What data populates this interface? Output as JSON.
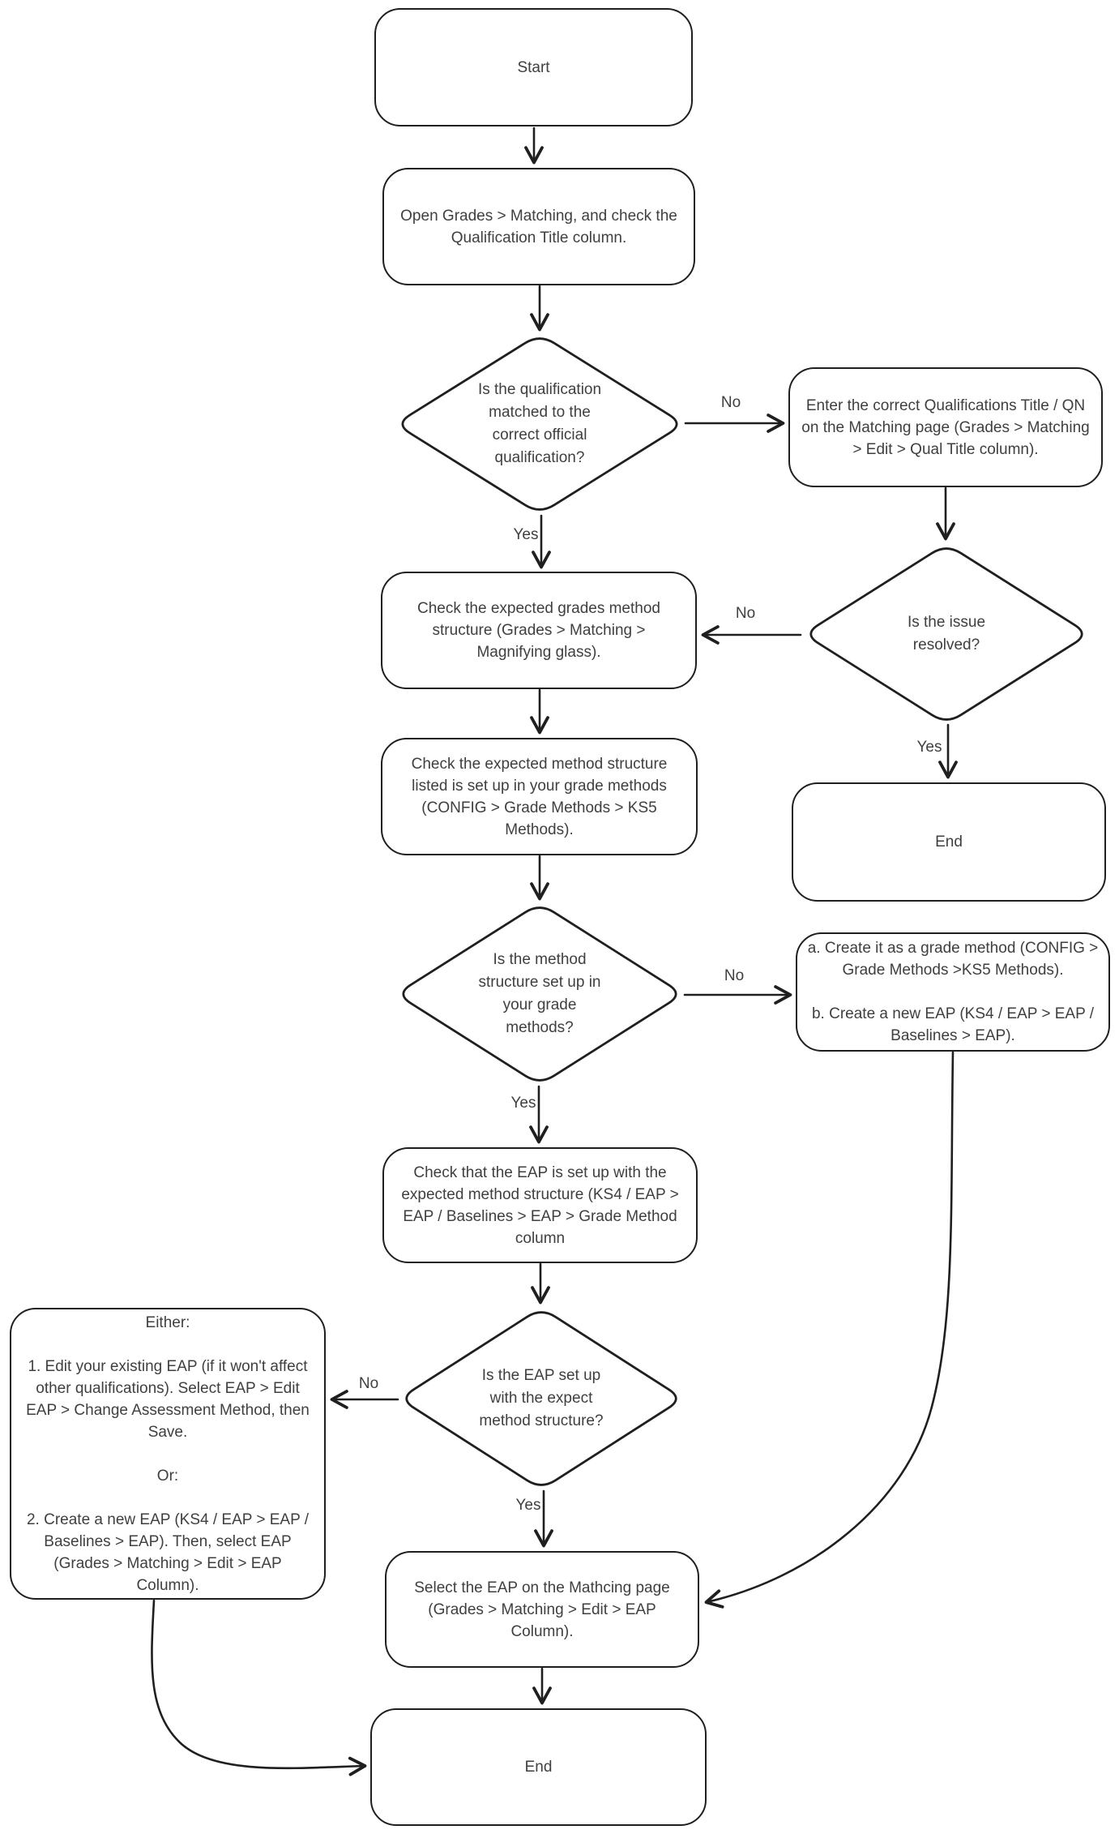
{
  "nodes": {
    "start": {
      "label": "Start"
    },
    "open_grades": {
      "label": "Open Grades > Matching, and check the\nQualification Title column."
    },
    "qual_matched": {
      "label": "Is the qualification\nmatched to the\ncorrect official\nqualification?"
    },
    "enter_title": {
      "label": "Enter the correct Qualifications Title / QN\non the Matching page (Grades > Matching\n> Edit > Qual Title column)."
    },
    "check_grades_method": {
      "label": "Check the expected grades method\nstructure (Grades > Matching >\nMagnifying glass)."
    },
    "issue_resolved": {
      "label": "Is the issue\nresolved?"
    },
    "end_right": {
      "label": "End"
    },
    "check_method_listed": {
      "label": "Check the expected method structure\nlisted is set up in your grade methods\n(CONFIG > Grade Methods > KS5\nMethods)."
    },
    "method_setup": {
      "label": "Is the method\nstructure set up in\nyour grade\nmethods?"
    },
    "create_method": {
      "label": "a. Create it as a grade method (CONFIG >\nGrade Methods >KS5 Methods).\n\nb. Create a new EAP (KS4 / EAP > EAP /\nBaselines > EAP)."
    },
    "check_eap": {
      "label": "Check that the EAP is set up with the\nexpected method structure (KS4 / EAP >\nEAP / Baselines > EAP > Grade Method\ncolumn"
    },
    "eap_setup": {
      "label": "Is the EAP set up\nwith the expect\nmethod structure?"
    },
    "either_options": {
      "label": "Either:\n\n1. Edit your existing EAP (if it won't affect\nother qualifications). Select EAP > Edit\nEAP > Change Assessment Method, then\nSave.\n\nOr:\n\n2. Create a new EAP (KS4 / EAP > EAP /\nBaselines > EAP). Then, select EAP\n(Grades > Matching > Edit > EAP\nColumn)."
    },
    "select_eap": {
      "label": "Select the EAP on the Mathcing page\n(Grades > Matching > Edit > EAP\nColumn)."
    },
    "end_bottom": {
      "label": "End"
    }
  },
  "labels": {
    "qual_matched_no": "No",
    "qual_matched_yes": "Yes",
    "issue_resolved_no": "No",
    "issue_resolved_yes": "Yes",
    "method_setup_no": "No",
    "method_setup_yes": "Yes",
    "eap_setup_no": "No",
    "eap_setup_yes": "Yes"
  },
  "colors": {
    "stroke": "#1f1f1f",
    "text": "#3f3f3f",
    "background": "#ffffff"
  }
}
